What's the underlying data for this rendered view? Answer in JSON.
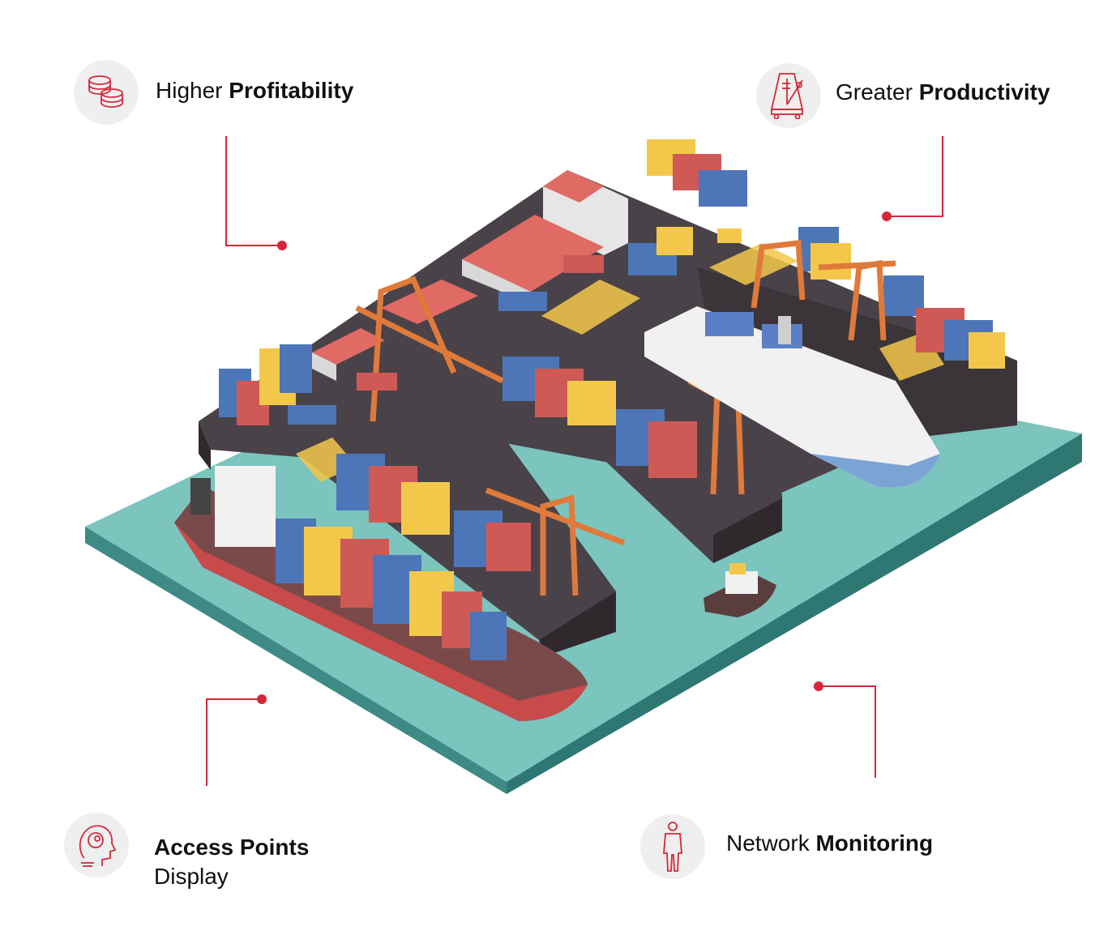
{
  "callouts": {
    "profitability": {
      "normal": "Higher ",
      "bold": "Profitability",
      "icon": "coins-icon"
    },
    "productivity": {
      "normal": "Greater ",
      "bold": "Productivity",
      "icon": "metronome-icon"
    },
    "access_points": {
      "bold": "Access Points",
      "normal": "Display",
      "icon": "face-scan-icon"
    },
    "network": {
      "normal": "Network ",
      "bold": "Monitoring",
      "icon": "person-icon"
    }
  },
  "colors": {
    "accent": "#d4283a",
    "water": "#7cc4be",
    "water_edge": "#3e8b86",
    "pier": "#4a4249",
    "pier_side": "#2f292e",
    "container_blue": "#4d76b8",
    "container_yellow": "#f3c84a",
    "container_red": "#cf5a55",
    "crane_orange": "#e07a3a",
    "roof_red": "#e06a64"
  }
}
